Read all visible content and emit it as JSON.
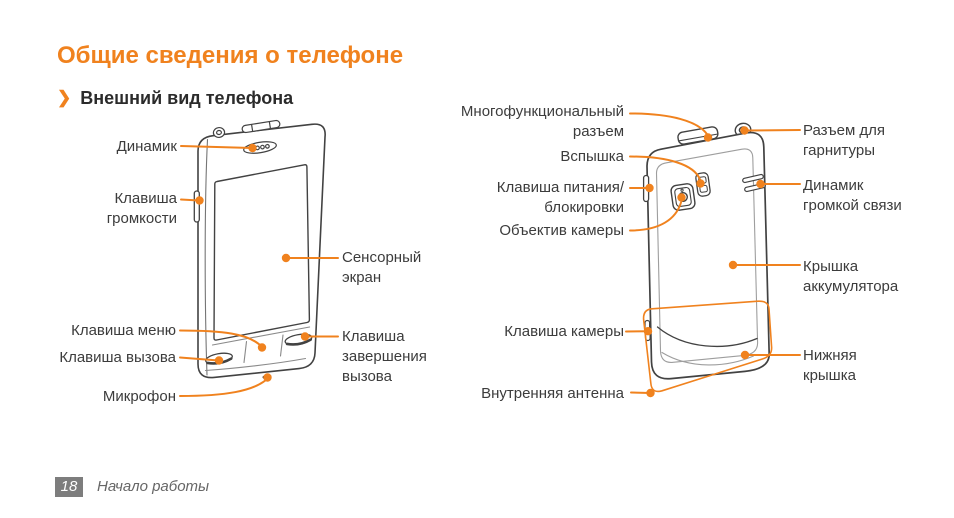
{
  "page_title": "Общие сведения о телефоне",
  "section": {
    "marker_icon": "❯",
    "title": "Внешний вид телефона"
  },
  "callouts": {
    "front": {
      "speaker": "Динамик",
      "volume_key": "Клавиша\nгромкости",
      "touch_screen": "Сенсорный\nэкран",
      "menu_key": "Клавиша меню",
      "call_key": "Клавиша вызова",
      "microphone": "Микрофон",
      "end_call_key": "Клавиша\nзавершения\nвызова"
    },
    "back": {
      "multifunction_jack": "Многофункциональный\nразъем",
      "flash": "Вспышка",
      "power_lock_key": "Клавиша питания/\nблокировки",
      "camera_lens": "Объектив камеры",
      "camera_key": "Клавиша камеры",
      "internal_antenna": "Внутренняя антенна",
      "headset_jack": "Разъем для\nгарнитуры",
      "speakerphone": "Динамик\nгромкой связи",
      "battery_cover": "Крышка\nаккумулятора",
      "bottom_cover": "Нижняя\nкрышка"
    }
  },
  "footer": {
    "page_number": "18",
    "chapter_title": "Начало работы"
  },
  "colors": {
    "accent_orange": "#F0821E",
    "label_text": "#3C3C3C",
    "outline_dark": "#424242",
    "outline_light": "#9E9E9E",
    "footer_gray": "#7D7D7D"
  }
}
